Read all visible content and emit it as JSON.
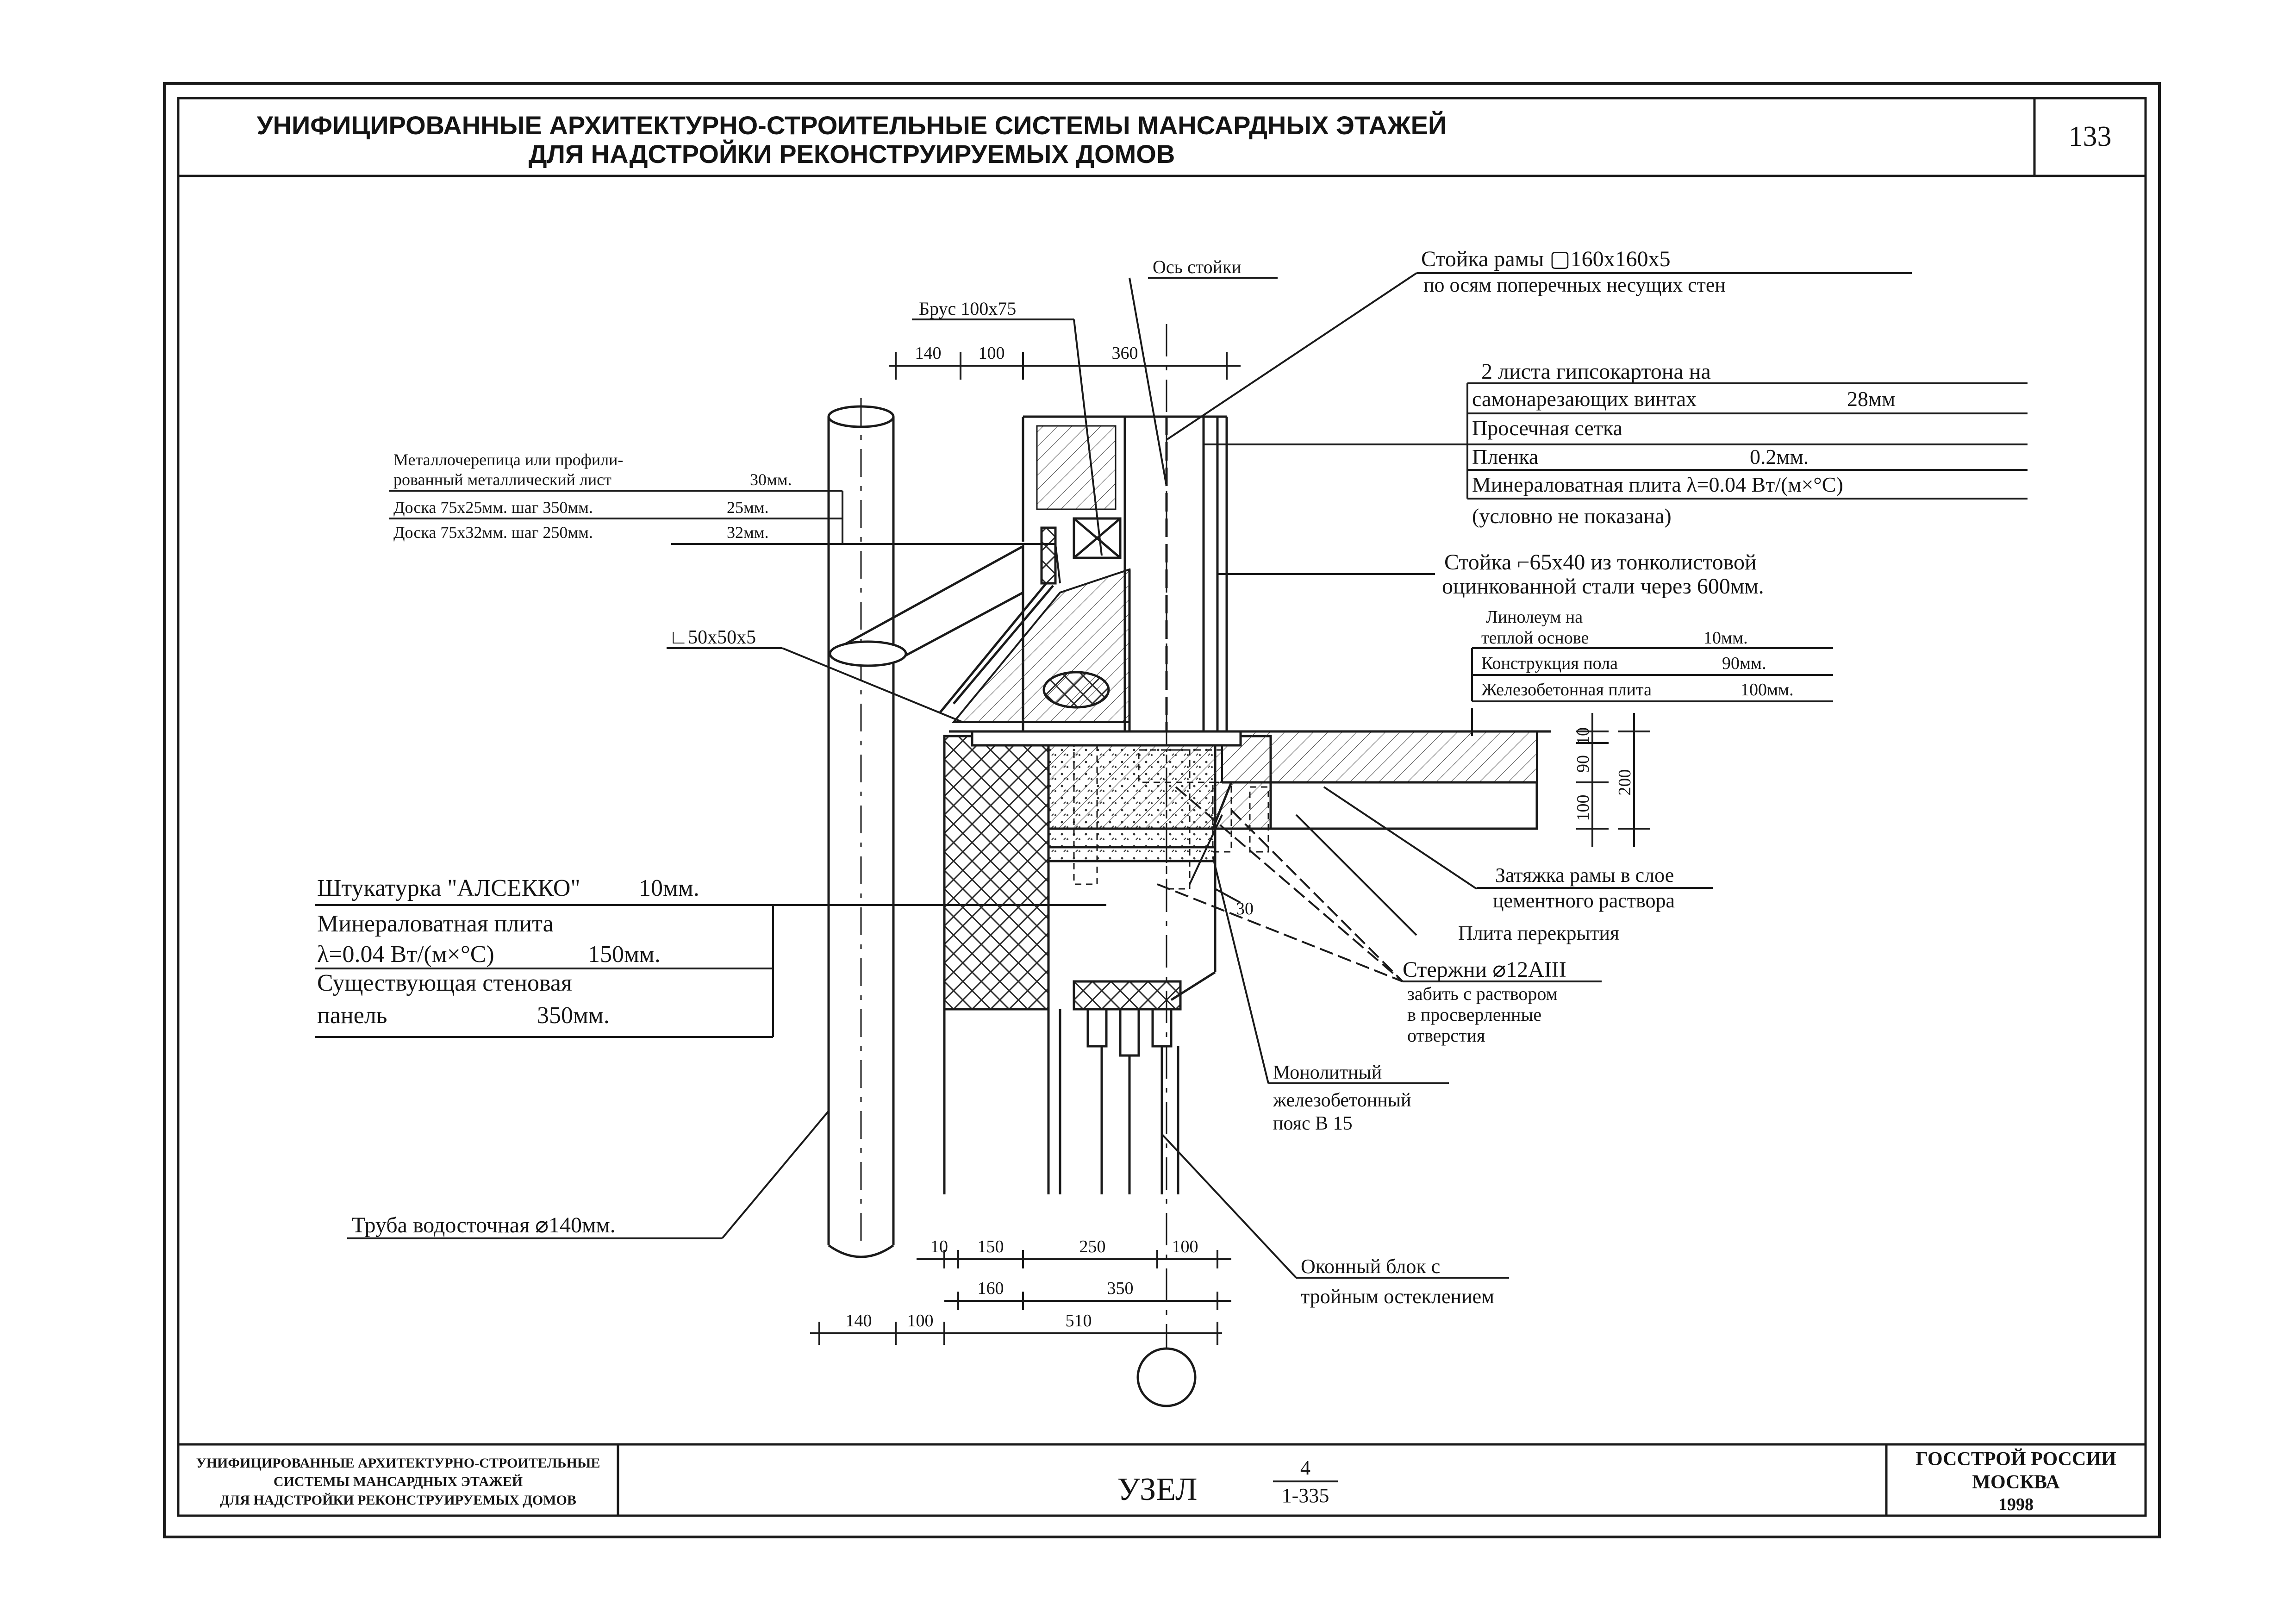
{
  "header": {
    "title_line1": "УНИФИЦИРОВАННЫЕ АРХИТЕКТУРНО-СТРОИТЕЛЬНЫЕ СИСТЕМЫ МАНСАРДНЫХ ЭТАЖЕЙ",
    "title_line2": "ДЛЯ НАДСТРОЙКИ РЕКОНСТРУИРУЕМЫХ ДОМОВ",
    "page_number": "133"
  },
  "labels": {
    "axis": "Ось стойки",
    "beam": "Брус 100х75",
    "frame_post_1": "Стойка рамы ▢160х160х5",
    "frame_post_2": "по осям поперечных несущих стен",
    "gypsum_1": "2 листа гипсокартона на",
    "gypsum_2": "самонарезающих винтах",
    "gypsum_val": "28мм",
    "mesh": "Просечная сетка",
    "film": "Пленка",
    "film_val": "0.2мм.",
    "mineral_plate": "Минераловатная плита λ=0.04 Вт/(м×°С)",
    "not_shown": "(условно не показана)",
    "post_1": "Стойка ⌐65х40 из тонколистовой",
    "post_2": "оцинкованной стали через 600мм.",
    "roof_1": "Металлочерепица или профили-",
    "roof_2": "рованный металлический лист",
    "roof_val": "30мм.",
    "board1": "Доска 75х25мм. шаг 350мм.",
    "board1_val": "25мм.",
    "board2": "Доска 75х32мм. шаг 250мм.",
    "board2_val": "32мм.",
    "angle": "∟50х50х5",
    "linoleum_1": "Линолеум на",
    "linoleum_2": "теплой основе",
    "linoleum_val": "10мм.",
    "floor": "Конструкция пола",
    "floor_val": "90мм.",
    "slab": "Железобетонная плита",
    "slab_val": "100мм.",
    "plaster": "Штукатурка \"АЛСЕККО\"",
    "plaster_val": "10мм.",
    "mineral_1": "Минераловатная плита",
    "mineral_2": "λ=0.04 Вт/(м×°С)",
    "mineral_val": "150мм.",
    "wall_1": "Существующая стеновая",
    "wall_2": "панель",
    "wall_val": "350мм.",
    "tie_1": "Затяжка рамы в слое",
    "tie_2": "цементного раствора",
    "floor_slab": "Плита перекрытия",
    "rods": "Стержни ⌀12АIII",
    "rods_1": "забить с раствором",
    "rods_2": "в просверленные",
    "rods_3": "отверстия",
    "monolith_1": "Монолитный",
    "monolith_2": "железобетонный",
    "monolith_3": "пояс В 15",
    "pipe": "Труба водосточная ⌀140мм.",
    "window_1": "Оконный блок с",
    "window_2": "тройным остеклением"
  },
  "dimensions": {
    "top": [
      "140",
      "100",
      "360"
    ],
    "right_vertical": [
      "10",
      "90",
      "100",
      "200"
    ],
    "label_30": "30",
    "bottom_row1": [
      "10",
      "150",
      "250",
      "100"
    ],
    "bottom_row2": [
      "160",
      "350"
    ],
    "bottom_row3": [
      "140",
      "100",
      "510"
    ]
  },
  "footer": {
    "left_1": "УНИФИЦИРОВАННЫЕ АРХИТЕКТУРНО-СТРОИТЕЛЬНЫЕ",
    "left_2": "СИСТЕМЫ МАНСАРДНЫХ ЭТАЖЕЙ",
    "left_3": "ДЛЯ НАДСТРОЙКИ РЕКОНСТРУИРУЕМЫХ ДОМОВ",
    "node_word": "УЗЕЛ",
    "node_num": "4",
    "node_den": "1-335",
    "org_1": "ГОССТРОЙ РОССИИ",
    "org_2": "МОСКВА",
    "org_3": "1998"
  }
}
